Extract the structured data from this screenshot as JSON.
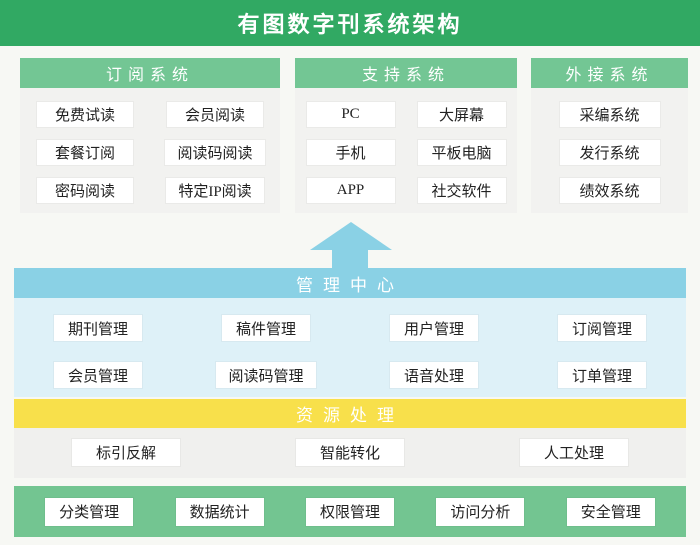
{
  "title": "有图数字刊系统架构",
  "colors": {
    "title_bar_green": "#31a963",
    "section_header_green": "#73c694",
    "section_bg_gray": "#f2f2f0",
    "arrow_blue": "#8ad1e5",
    "management_light_blue": "#def1f8",
    "resource_yellow": "#f8e04b",
    "resource_bg_gray": "#f0f0ee",
    "bottom_band_green": "#73c591",
    "page_bg": "#f7f8f4",
    "box_bg": "#ffffff",
    "box_text": "#222222"
  },
  "top_sections": [
    {
      "title": "订阅系统",
      "items": [
        "免费试读",
        "会员阅读",
        "套餐订阅",
        "阅读码阅读",
        "密码阅读",
        "特定IP阅读"
      ]
    },
    {
      "title": "支持系统",
      "items": [
        "PC",
        "大屏幕",
        "手机",
        "平板电脑",
        "APP",
        "社交软件"
      ]
    },
    {
      "title": "外接系统",
      "items": [
        "采编系统",
        "发行系统",
        "绩效系统"
      ]
    }
  ],
  "management_center": {
    "title": "管理中心",
    "items": [
      "期刊管理",
      "稿件管理",
      "用户管理",
      "订阅管理",
      "会员管理",
      "阅读码管理",
      "语音处理",
      "订单管理"
    ]
  },
  "resource_processing": {
    "title": "资源处理",
    "items": [
      "标引反解",
      "智能转化",
      "人工处理"
    ]
  },
  "bottom_row": {
    "items": [
      "分类管理",
      "数据统计",
      "权限管理",
      "访问分析",
      "安全管理"
    ]
  }
}
